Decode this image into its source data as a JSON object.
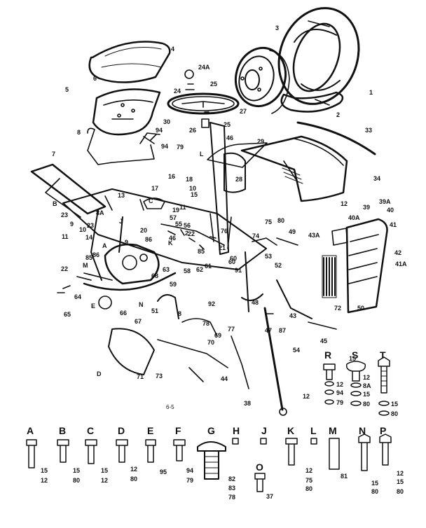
{
  "callouts": [
    "1",
    "2",
    "3",
    "4",
    "24A",
    "24",
    "25",
    "5",
    "6",
    "27",
    "26",
    "25",
    "30",
    "94",
    "79",
    "8",
    "L",
    "46",
    "29",
    "33",
    "7",
    "28",
    "34",
    "16",
    "10",
    "17",
    "15",
    "B",
    "C",
    "13",
    "8A",
    "9",
    "10",
    "11",
    "12",
    "39",
    "39A",
    "40",
    "18",
    "19",
    "20",
    "22",
    "21",
    "75",
    "80",
    "74",
    "49",
    "43A",
    "40A",
    "41",
    "42",
    "41A",
    "86",
    "85",
    "A",
    "K",
    "M",
    "22",
    "63",
    "68",
    "58",
    "62",
    "61",
    "60",
    "53",
    "52",
    "64",
    "65",
    "66",
    "67",
    "59",
    "92",
    "91",
    "48",
    "47",
    "69",
    "70",
    "77",
    "78",
    "76",
    "55",
    "56",
    "57",
    "51",
    "54",
    "45",
    "12",
    "44",
    "38",
    "71",
    "73",
    "72",
    "50",
    "43",
    "87",
    "46",
    "23",
    "N",
    "E",
    "D",
    "8",
    "J",
    "14",
    "11",
    "15",
    "2",
    "23",
    "9",
    "86",
    "94",
    "85",
    "60"
  ],
  "hardware_top": {
    "letters": [
      "R",
      "S",
      "T"
    ],
    "R": [
      "12",
      "94",
      "79"
    ],
    "S": [
      "12",
      "8A",
      "15",
      "80"
    ],
    "T": [
      "15",
      "80"
    ]
  },
  "hardware_bottom": {
    "letters": [
      "A",
      "B",
      "C",
      "D",
      "E",
      "F",
      "G",
      "H",
      "J",
      "K",
      "L",
      "M",
      "N",
      "P",
      "O"
    ],
    "A": [
      "15",
      "12"
    ],
    "B": [
      "15",
      "80"
    ],
    "C": [
      "15",
      "12"
    ],
    "D": [
      "12",
      "80"
    ],
    "E": [
      "95"
    ],
    "F": [
      "94",
      "79"
    ],
    "G": [
      "82",
      "83",
      "78"
    ],
    "K": [
      "12",
      "75",
      "80"
    ],
    "M": [
      "81"
    ],
    "N": [
      "15",
      "80"
    ],
    "P": [
      "12",
      "15",
      "80"
    ],
    "O": [
      "37"
    ]
  },
  "figure_ref": "6-5"
}
